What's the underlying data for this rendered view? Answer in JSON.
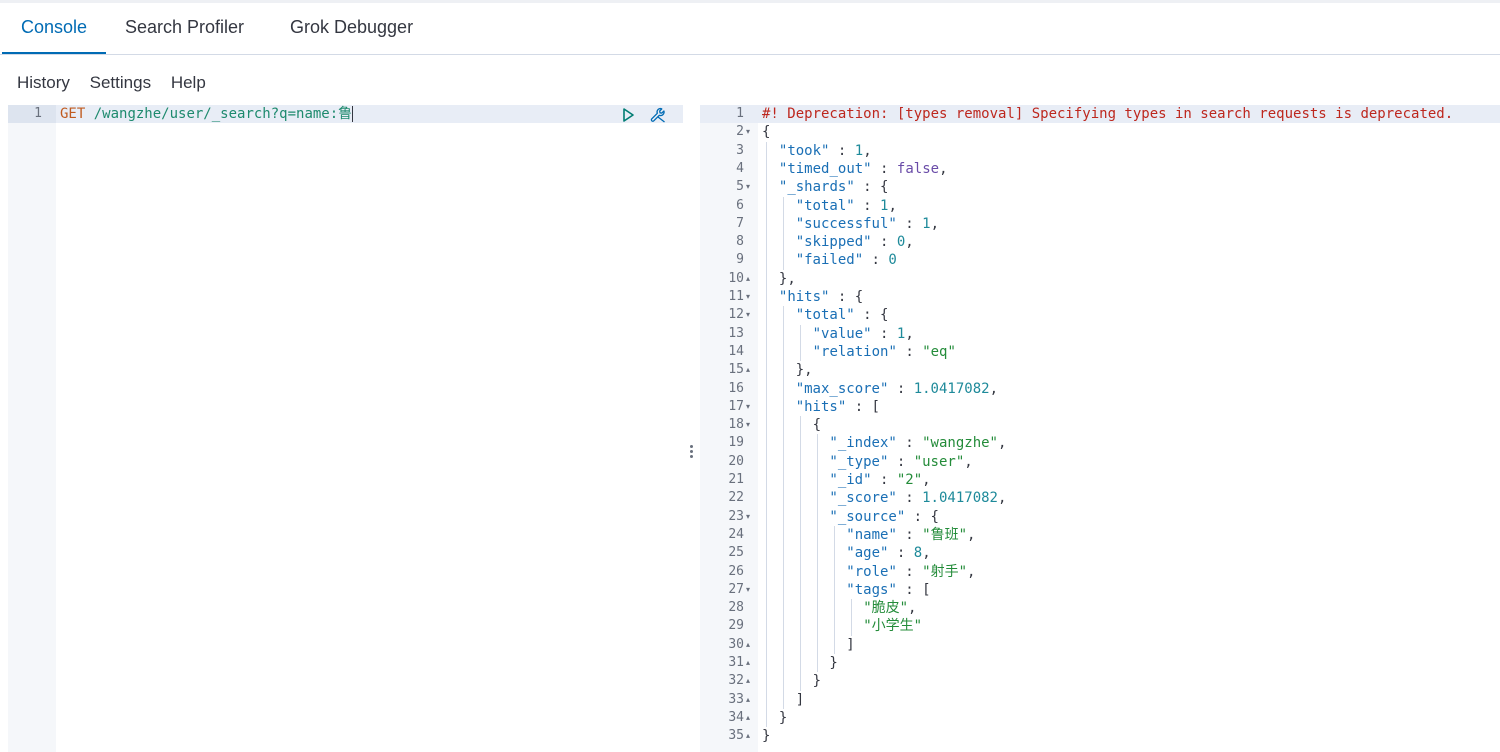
{
  "tabs": [
    {
      "label": "Console",
      "active": true
    },
    {
      "label": "Search Profiler",
      "active": false
    },
    {
      "label": "Grok Debugger",
      "active": false
    }
  ],
  "submenu": {
    "history": "History",
    "settings": "Settings",
    "help": "Help"
  },
  "request": {
    "line_number": "1",
    "method": "GET",
    "url": " /wangzhe/user/_search?q=name:鲁"
  },
  "icons": {
    "run": "play-icon",
    "settings": "wrench-icon",
    "splitter": "drag-handle-icon"
  },
  "response_lines": [
    {
      "n": "1",
      "fold": "",
      "indent": 0,
      "tokens": [
        [
          "warn",
          "#! Deprecation: [types removal] Specifying types in search requests is deprecated."
        ]
      ]
    },
    {
      "n": "2",
      "fold": "down",
      "indent": 0,
      "tokens": [
        [
          "punc",
          "{"
        ]
      ]
    },
    {
      "n": "3",
      "fold": "",
      "indent": 1,
      "tokens": [
        [
          "key",
          "\"took\""
        ],
        [
          "punc",
          " : "
        ],
        [
          "num",
          "1"
        ],
        [
          "punc",
          ","
        ]
      ]
    },
    {
      "n": "4",
      "fold": "",
      "indent": 1,
      "tokens": [
        [
          "key",
          "\"timed_out\""
        ],
        [
          "punc",
          " : "
        ],
        [
          "bool",
          "false"
        ],
        [
          "punc",
          ","
        ]
      ]
    },
    {
      "n": "5",
      "fold": "down",
      "indent": 1,
      "tokens": [
        [
          "key",
          "\"_shards\""
        ],
        [
          "punc",
          " : {"
        ]
      ]
    },
    {
      "n": "6",
      "fold": "",
      "indent": 2,
      "tokens": [
        [
          "key",
          "\"total\""
        ],
        [
          "punc",
          " : "
        ],
        [
          "num",
          "1"
        ],
        [
          "punc",
          ","
        ]
      ]
    },
    {
      "n": "7",
      "fold": "",
      "indent": 2,
      "tokens": [
        [
          "key",
          "\"successful\""
        ],
        [
          "punc",
          " : "
        ],
        [
          "num",
          "1"
        ],
        [
          "punc",
          ","
        ]
      ]
    },
    {
      "n": "8",
      "fold": "",
      "indent": 2,
      "tokens": [
        [
          "key",
          "\"skipped\""
        ],
        [
          "punc",
          " : "
        ],
        [
          "num",
          "0"
        ],
        [
          "punc",
          ","
        ]
      ]
    },
    {
      "n": "9",
      "fold": "",
      "indent": 2,
      "tokens": [
        [
          "key",
          "\"failed\""
        ],
        [
          "punc",
          " : "
        ],
        [
          "num",
          "0"
        ]
      ]
    },
    {
      "n": "10",
      "fold": "up",
      "indent": 1,
      "tokens": [
        [
          "punc",
          "},"
        ]
      ]
    },
    {
      "n": "11",
      "fold": "down",
      "indent": 1,
      "tokens": [
        [
          "key",
          "\"hits\""
        ],
        [
          "punc",
          " : {"
        ]
      ]
    },
    {
      "n": "12",
      "fold": "down",
      "indent": 2,
      "tokens": [
        [
          "key",
          "\"total\""
        ],
        [
          "punc",
          " : {"
        ]
      ]
    },
    {
      "n": "13",
      "fold": "",
      "indent": 3,
      "tokens": [
        [
          "key",
          "\"value\""
        ],
        [
          "punc",
          " : "
        ],
        [
          "num",
          "1"
        ],
        [
          "punc",
          ","
        ]
      ]
    },
    {
      "n": "14",
      "fold": "",
      "indent": 3,
      "tokens": [
        [
          "key",
          "\"relation\""
        ],
        [
          "punc",
          " : "
        ],
        [
          "str",
          "\"eq\""
        ]
      ]
    },
    {
      "n": "15",
      "fold": "up",
      "indent": 2,
      "tokens": [
        [
          "punc",
          "},"
        ]
      ]
    },
    {
      "n": "16",
      "fold": "",
      "indent": 2,
      "tokens": [
        [
          "key",
          "\"max_score\""
        ],
        [
          "punc",
          " : "
        ],
        [
          "num",
          "1.0417082"
        ],
        [
          "punc",
          ","
        ]
      ]
    },
    {
      "n": "17",
      "fold": "down",
      "indent": 2,
      "tokens": [
        [
          "key",
          "\"hits\""
        ],
        [
          "punc",
          " : ["
        ]
      ]
    },
    {
      "n": "18",
      "fold": "down",
      "indent": 3,
      "tokens": [
        [
          "punc",
          "{"
        ]
      ]
    },
    {
      "n": "19",
      "fold": "",
      "indent": 4,
      "tokens": [
        [
          "key",
          "\"_index\""
        ],
        [
          "punc",
          " : "
        ],
        [
          "str",
          "\"wangzhe\""
        ],
        [
          "punc",
          ","
        ]
      ]
    },
    {
      "n": "20",
      "fold": "",
      "indent": 4,
      "tokens": [
        [
          "key",
          "\"_type\""
        ],
        [
          "punc",
          " : "
        ],
        [
          "str",
          "\"user\""
        ],
        [
          "punc",
          ","
        ]
      ]
    },
    {
      "n": "21",
      "fold": "",
      "indent": 4,
      "tokens": [
        [
          "key",
          "\"_id\""
        ],
        [
          "punc",
          " : "
        ],
        [
          "str",
          "\"2\""
        ],
        [
          "punc",
          ","
        ]
      ]
    },
    {
      "n": "22",
      "fold": "",
      "indent": 4,
      "tokens": [
        [
          "key",
          "\"_score\""
        ],
        [
          "punc",
          " : "
        ],
        [
          "num",
          "1.0417082"
        ],
        [
          "punc",
          ","
        ]
      ]
    },
    {
      "n": "23",
      "fold": "down",
      "indent": 4,
      "tokens": [
        [
          "key",
          "\"_source\""
        ],
        [
          "punc",
          " : {"
        ]
      ]
    },
    {
      "n": "24",
      "fold": "",
      "indent": 5,
      "tokens": [
        [
          "key",
          "\"name\""
        ],
        [
          "punc",
          " : "
        ],
        [
          "str",
          "\"鲁班\""
        ],
        [
          "punc",
          ","
        ]
      ]
    },
    {
      "n": "25",
      "fold": "",
      "indent": 5,
      "tokens": [
        [
          "key",
          "\"age\""
        ],
        [
          "punc",
          " : "
        ],
        [
          "num",
          "8"
        ],
        [
          "punc",
          ","
        ]
      ]
    },
    {
      "n": "26",
      "fold": "",
      "indent": 5,
      "tokens": [
        [
          "key",
          "\"role\""
        ],
        [
          "punc",
          " : "
        ],
        [
          "str",
          "\"射手\""
        ],
        [
          "punc",
          ","
        ]
      ]
    },
    {
      "n": "27",
      "fold": "down",
      "indent": 5,
      "tokens": [
        [
          "key",
          "\"tags\""
        ],
        [
          "punc",
          " : ["
        ]
      ]
    },
    {
      "n": "28",
      "fold": "",
      "indent": 6,
      "tokens": [
        [
          "str",
          "\"脆皮\""
        ],
        [
          "punc",
          ","
        ]
      ]
    },
    {
      "n": "29",
      "fold": "",
      "indent": 6,
      "tokens": [
        [
          "str",
          "\"小学生\""
        ]
      ]
    },
    {
      "n": "30",
      "fold": "up",
      "indent": 5,
      "tokens": [
        [
          "punc",
          "]"
        ]
      ]
    },
    {
      "n": "31",
      "fold": "up",
      "indent": 4,
      "tokens": [
        [
          "punc",
          "}"
        ]
      ]
    },
    {
      "n": "32",
      "fold": "up",
      "indent": 3,
      "tokens": [
        [
          "punc",
          "}"
        ]
      ]
    },
    {
      "n": "33",
      "fold": "up",
      "indent": 2,
      "tokens": [
        [
          "punc",
          "]"
        ]
      ]
    },
    {
      "n": "34",
      "fold": "up",
      "indent": 1,
      "tokens": [
        [
          "punc",
          "}"
        ]
      ]
    },
    {
      "n": "35",
      "fold": "up",
      "indent": 0,
      "tokens": [
        [
          "punc",
          "}"
        ]
      ]
    }
  ]
}
